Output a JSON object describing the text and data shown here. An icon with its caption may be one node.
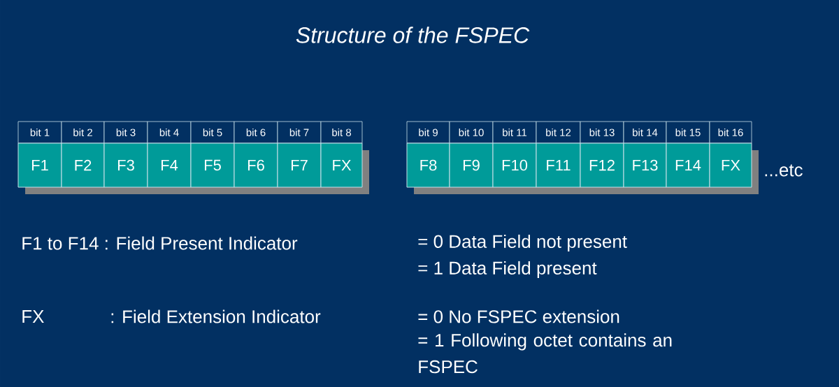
{
  "diagram": {
    "title": "Structure of the FSPEC",
    "nodes": [
      {
        "text": [
          "bit 1",
          "F1"
        ]
      },
      {
        "text": [
          "bit 2",
          "F2"
        ]
      },
      {
        "text": [
          "bit 3",
          "F3"
        ]
      },
      {
        "text": [
          "bit 4",
          "F4"
        ]
      },
      {
        "text": [
          "bit 5",
          "F5"
        ]
      },
      {
        "text": [
          "bit 6",
          "F6"
        ]
      },
      {
        "text": [
          "bit 7",
          "F7"
        ]
      },
      {
        "text": [
          "bit 8",
          "FX"
        ]
      },
      {
        "text": [
          "bit 9",
          "F8"
        ]
      },
      {
        "text": [
          "bit 10",
          "F9"
        ]
      },
      {
        "text": [
          "bit 11",
          "F10"
        ]
      },
      {
        "text": [
          "bit 12",
          "F11"
        ]
      },
      {
        "text": [
          "bit 13",
          "F12"
        ]
      },
      {
        "text": [
          "bit 14",
          "F13"
        ]
      },
      {
        "text": [
          "bit 15",
          "F14"
        ]
      },
      {
        "text": [
          "bit 16",
          "FX"
        ]
      }
    ],
    "labels": [
      "...etc",
      "F1 to F14 : Field Present Indicator",
      "= 0 Data Field not present",
      "= 1 Data Field present",
      "FX",
      ": Field Extension Indicator",
      "= 0 No FSPEC extension",
      "= 1 Following octet contains an FSPEC"
    ]
  }
}
